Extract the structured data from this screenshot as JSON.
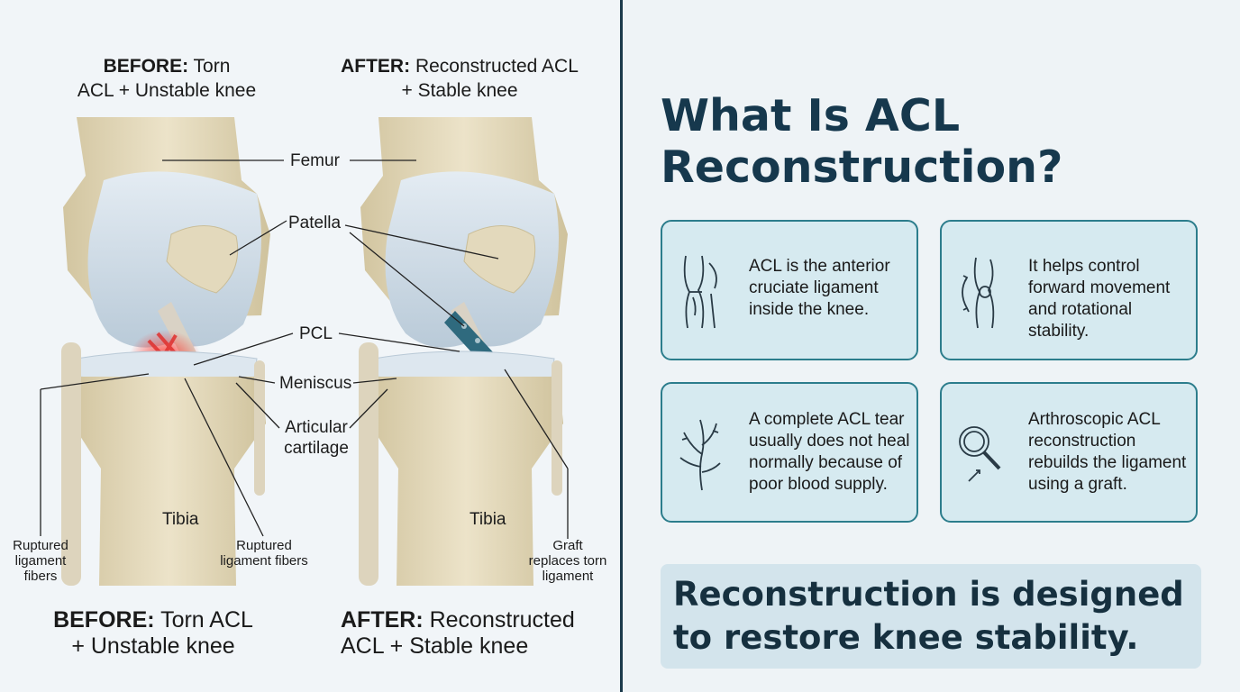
{
  "left": {
    "top_before": {
      "bold": "BEFORE:",
      "rest1": " Torn",
      "line2": "ACL + Unstable knee"
    },
    "top_after": {
      "bold": "AFTER:",
      "rest1": " Reconstructed ACL",
      "line2": "+ Stable knee"
    },
    "labels": {
      "femur": "Femur",
      "patella": "Patella",
      "pcl": "PCL",
      "meniscus": "Meniscus",
      "articular_1": "Articular",
      "articular_2": "cartilage",
      "tibia_left": "Tibia",
      "tibia_right": "Tibia",
      "ruptured_left_1": "Ruptured",
      "ruptured_left_2": "ligament",
      "ruptured_left_3": "fibers",
      "ruptured_mid_1": "Ruptured",
      "ruptured_mid_2": "ligament fibers",
      "graft_1": "Graft",
      "graft_2": "replaces torn",
      "graft_3": "ligament"
    },
    "bottom_before": {
      "bold": "BEFORE:",
      "rest1": " Torn ACL",
      "line2": "+ Unstable knee"
    },
    "bottom_after": {
      "bold": "AFTER:",
      "rest1": " Reconstructed",
      "line2": "ACL + Stable knee"
    }
  },
  "right": {
    "title_line1": "What Is ACL",
    "title_line2": "Reconstruction?",
    "cards": [
      {
        "icon": "knee-anatomy-icon",
        "text": "ACL is the anterior cruciate ligament inside the knee."
      },
      {
        "icon": "knee-rotation-icon",
        "text": "It helps control forward movement and rotational stability."
      },
      {
        "icon": "blood-vessel-icon",
        "text": "A complete ACL tear usually does not heal normally because of poor blood supply."
      },
      {
        "icon": "arthroscope-magnifier-icon",
        "text": "Arthroscopic ACL reconstruction rebuilds the ligament using a graft."
      }
    ],
    "banner_line1": "Reconstruction is designed",
    "banner_line2": "to restore knee stability."
  },
  "colors": {
    "accent": "#16384d",
    "card_border": "#2c7d8c",
    "card_fill": "#d6eaf0",
    "tear_red": "#e0302e",
    "graft_teal": "#2f6a7e",
    "bone": "#e6dcbf"
  }
}
